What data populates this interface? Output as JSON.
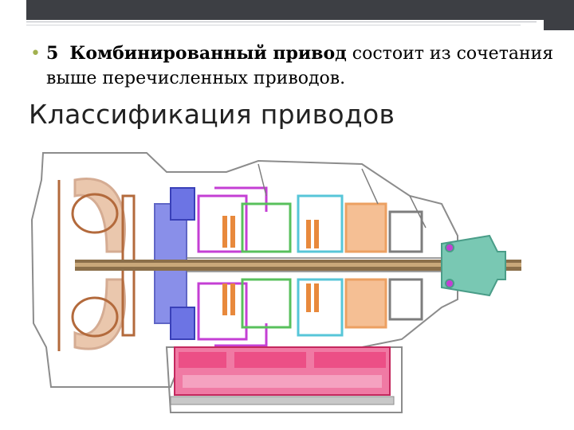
{
  "slide": {
    "bullet_number": "5",
    "bullet_bold": "Комбинированный привод",
    "bullet_rest": "состоит из сочетания выше перечисленных приводов.",
    "heading": "Классификация приводов"
  },
  "colors": {
    "top_bar": "#3d3f44",
    "bullet": "#a2b14f",
    "torque_converter": "#b36a3c",
    "pump": "#4c56d8",
    "clutch_magenta": "#c43fd4",
    "shaft": "#8b6f4a",
    "planetary_orange": "#e8893c",
    "cyan_part": "#57c6d8",
    "green_part": "#58c05c",
    "valve_body": "#ec4f86",
    "output_flange": "#79c8b3",
    "housing": "#8c8c8c"
  },
  "icons": [
    "bullet-icon"
  ]
}
